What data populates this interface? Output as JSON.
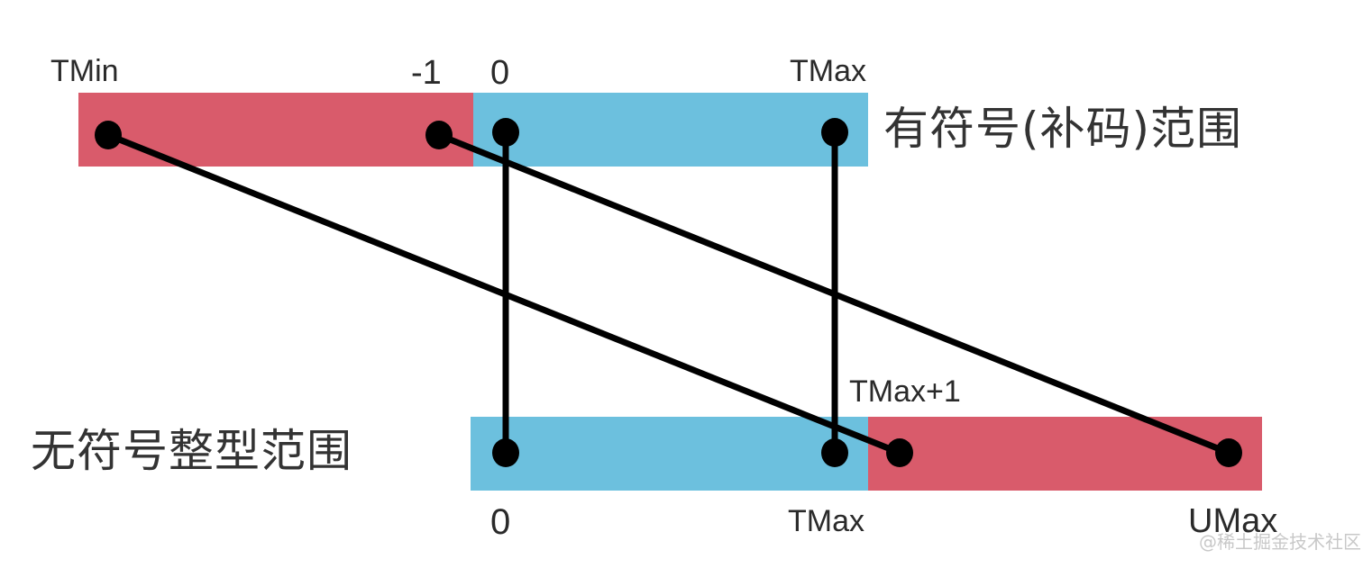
{
  "colors": {
    "negative": "#d95b6b",
    "nonnegative": "#6cc0de",
    "line": "#000000"
  },
  "signed": {
    "title": "有符号(补码)范围",
    "ticks": {
      "tmin": "TMin",
      "neg_one": "-1",
      "zero": "0",
      "tmax": "TMax"
    }
  },
  "unsigned": {
    "title": "无符号整型范围",
    "ticks": {
      "zero": "0",
      "tmax": "TMax",
      "tmax_plus_1": "TMax+1",
      "umax": "UMax"
    }
  },
  "mappings": [
    {
      "from": "TMin",
      "to": "TMax+1"
    },
    {
      "from": "-1",
      "to": "UMax"
    },
    {
      "from": "0",
      "to": "0"
    },
    {
      "from": "TMax",
      "to": "TMax"
    }
  ],
  "watermark": "@稀土掘金技术社区"
}
